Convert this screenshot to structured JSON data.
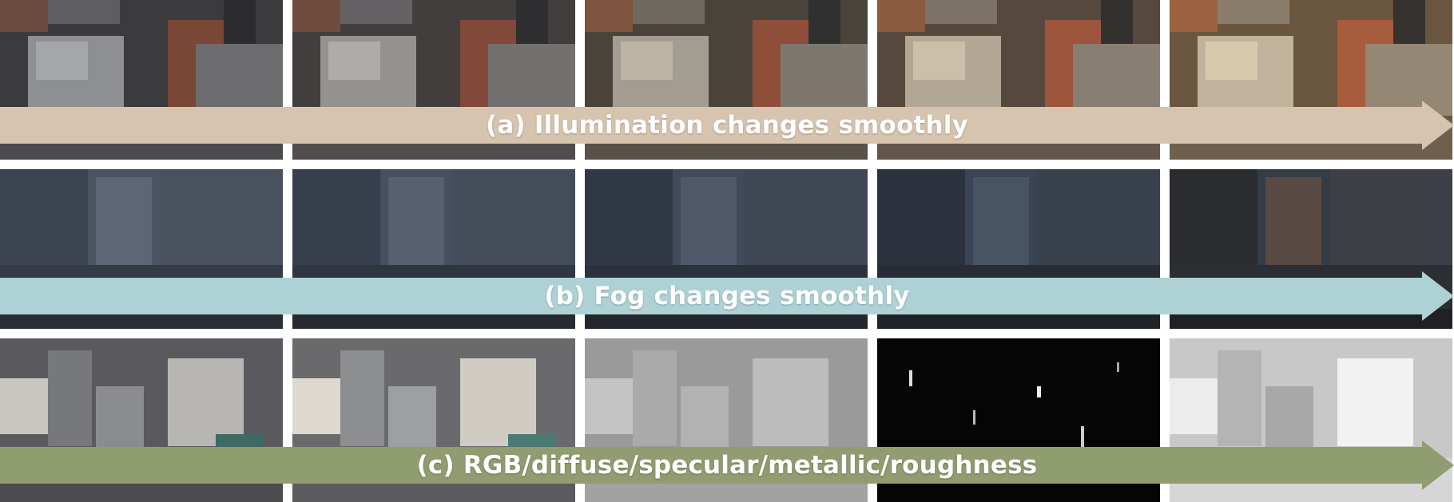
{
  "rows": [
    {
      "caption": "(a) Illumination changes smoothly",
      "arrow_color": "#d7c4ae"
    },
    {
      "caption": "(b) Fog changes smoothly",
      "arrow_color": "#aed1d6"
    },
    {
      "caption": "(c) RGB/diffuse/specular/metallic/roughness",
      "arrow_color": "#8f9d70"
    }
  ]
}
